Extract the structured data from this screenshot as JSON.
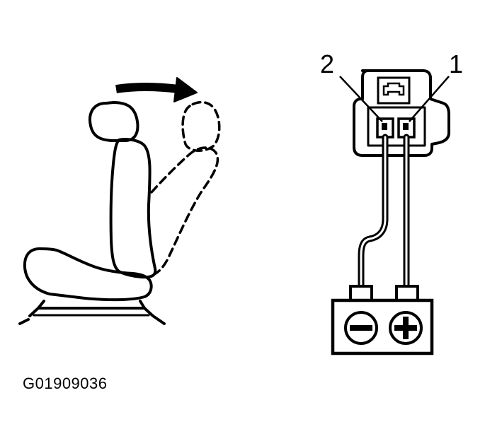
{
  "figure": {
    "code": "G01909036"
  },
  "connector": {
    "pin_labels": [
      "2",
      "1"
    ]
  },
  "battery": {
    "negative_symbol": "minus-icon",
    "positive_symbol": "plus-icon"
  },
  "colors": {
    "ink": "#000000",
    "background": "#ffffff"
  }
}
